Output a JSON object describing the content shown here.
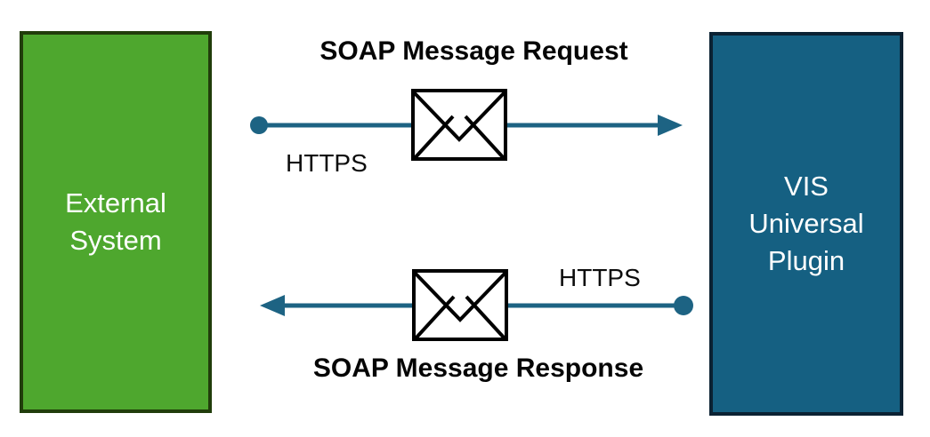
{
  "diagram": {
    "background_color": "#ffffff",
    "external_system_box": {
      "label": "External System",
      "lines": [
        "External",
        "System"
      ],
      "fill_color": "#4EA72E",
      "border_color": "#213D0B",
      "text_color": "#ffffff"
    },
    "vis_universal_plugin_box": {
      "label": "VIS Universal Plugin",
      "lines": [
        "VIS",
        "Universal",
        "Plugin"
      ],
      "fill_color": "#156082",
      "border_color": "#0B2233",
      "text_color": "#ffffff"
    },
    "request_flow": {
      "title": "SOAP Message Request",
      "protocol_label": "HTTPS",
      "direction": "left-to-right",
      "icon": "envelope-icon",
      "arrow_color": "#1D6383"
    },
    "response_flow": {
      "title": "SOAP Message Response",
      "protocol_label": "HTTPS",
      "direction": "right-to-left",
      "icon": "envelope-icon",
      "arrow_color": "#1D6383"
    },
    "envelope_icon": {
      "fill_color": "#ffffff",
      "stroke_color": "#000000"
    }
  }
}
